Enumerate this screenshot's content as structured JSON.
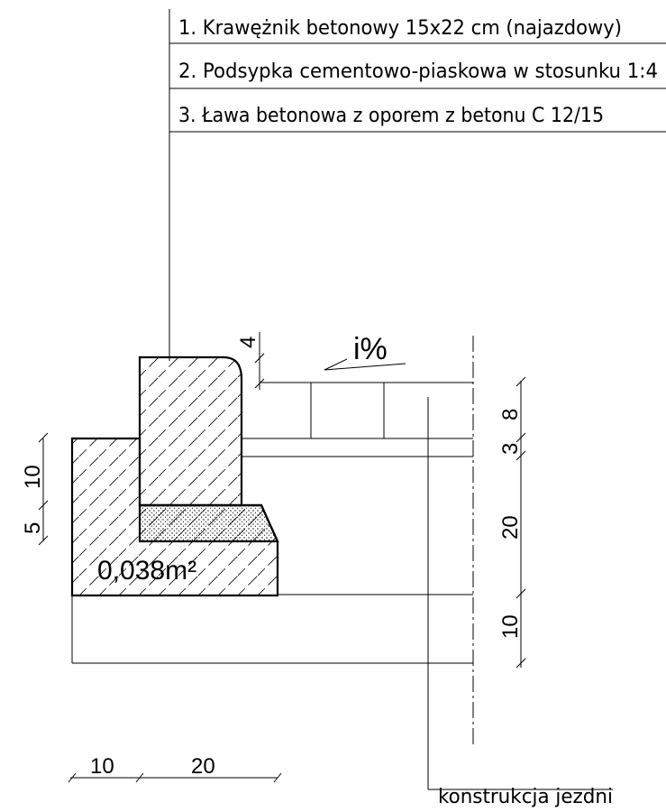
{
  "legend": {
    "item1": "1. Krawężnik betonowy 15x22 cm (najazdowy)",
    "item2": "2. Podsypka cementowo-piaskowa w stosunku 1:4",
    "item3": "3. Ława betonowa z oporem z betonu C 12/15"
  },
  "labels": {
    "slope": "i%",
    "area": "0,038m²",
    "road_construction": "konstrukcja jezdni"
  },
  "dimensions": {
    "curb_offset": "4",
    "left_upper": "10",
    "left_lower": "5",
    "right_8": "8",
    "right_3": "3",
    "right_20": "20",
    "right_10": "10",
    "bottom_10": "10",
    "bottom_20": "20"
  }
}
